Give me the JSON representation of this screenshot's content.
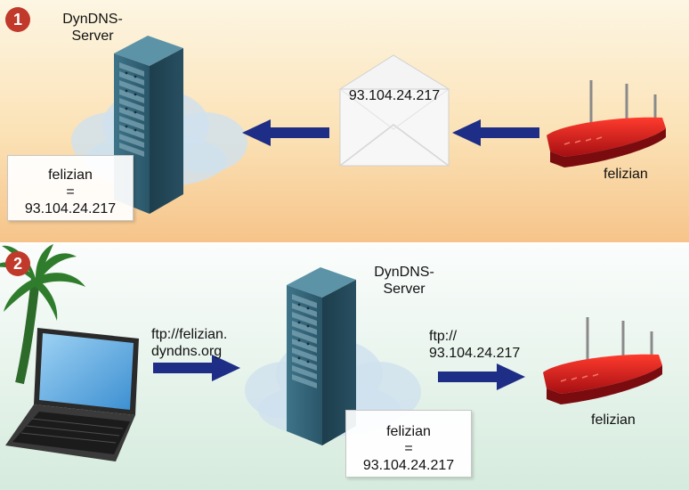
{
  "panel1": {
    "step": "1",
    "server_label_line1": "DynDNS-",
    "server_label_line2": "Server",
    "mapping_name": "felizian",
    "mapping_equals": "=",
    "mapping_ip": "93.104.24.217",
    "envelope_ip": "93.104.24.217",
    "router_label": "felizian"
  },
  "panel2": {
    "step": "2",
    "server_label_line1": "DynDNS-",
    "server_label_line2": "Server",
    "request_line1": "ftp://felizian.",
    "request_line2": "dyndns.org",
    "forward_line1": "ftp://",
    "forward_line2": "93.104.24.217",
    "mapping_name": "felizian",
    "mapping_equals": "=",
    "mapping_ip": "93.104.24.217",
    "router_label": "felizian"
  },
  "colors": {
    "panel1_top": "#fdf4dc",
    "panel1_bottom": "#f8c98d",
    "panel2_top": "#f7fbf8",
    "panel2_bottom": "#dbeee2",
    "arrow": "#1e2d86",
    "badge": "#c0392b",
    "router": "#d61f1f",
    "server": "#2f5f73"
  }
}
